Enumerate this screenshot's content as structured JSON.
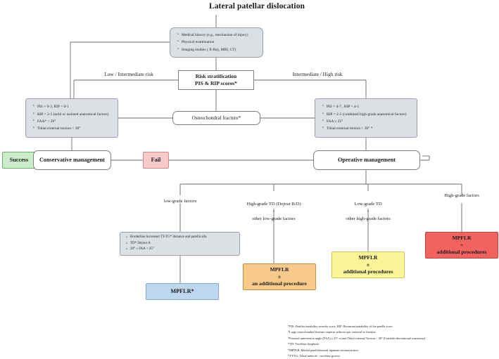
{
  "title": "Lateral patellar dislocation",
  "nodes": {
    "workup": {
      "items": [
        "Medical history (e.g., mechanism of injury)",
        "Physical examination",
        "Imaging studies ( X-Ray, MRI, CT)"
      ]
    },
    "risk_stratification": {
      "line1": "Risk stratification",
      "line2": "PIS & RIP scores*"
    },
    "osteochondral": {
      "label": "Osteochondral fracture*"
    },
    "low_risk_criteria": {
      "items": [
        "PIS = 0-3, RIP = 0-1",
        "RIP = 2-3 (mild or isolated anatomical factors)",
        "FAA* < 20°",
        "Tibial external torsion < 30°"
      ]
    },
    "high_risk_criteria": {
      "items": [
        "PIS = 4-7 , RIP = 4-5",
        "RIP = 2-3 (combined high-grade anatomical factors)",
        "FAA ≥ 25°",
        "Tibial external torsion > 30° *"
      ]
    },
    "success": {
      "label": "Success"
    },
    "conservative": {
      "label": "Conservative management"
    },
    "fail": {
      "label": "Fail"
    },
    "operative": {
      "label": "Operative management"
    },
    "borderline_criteria": {
      "items": [
        "Borderline increased TT-TG* distance and patella alta",
        "TD* Dejour A",
        "20° ≤ FAA < 25°"
      ]
    },
    "mpflr_only": {
      "label": "MPFLR*"
    },
    "mpflr_plusminus_one": {
      "line1": "MPFLR",
      "line2": "±",
      "line3": "an additional procedure"
    },
    "mpflr_plusminus_many": {
      "line1": "MPFLR",
      "line2": "±",
      "line3": "additional procedures"
    },
    "mpflr_plus_many": {
      "line1": "MPFLR",
      "line2": "+",
      "line3": "additional procedures"
    }
  },
  "edge_labels": {
    "low_intermediate_risk": "Low / Intermediate risk",
    "intermediate_high_risk": "Intermediate / High risk"
  },
  "branch_labels": {
    "low_grade_factors": "low-grade factors",
    "high_grade_td": {
      "l1": "High-grade TD (Dejour B/D)",
      "l2": "+",
      "l3": "other low-grade factors"
    },
    "low_grade_td": {
      "l1": "Low-grade TD",
      "l2": "+",
      "l3": "other high-grade factors"
    },
    "high_grade_factors": "High-grade factors"
  },
  "footnotes": [
    "*PIS: Patellar instability severity score, RIP: Recurrent instability of the patella score",
    "*Large osteochondral fracture requires arthroscopic removal or fixation",
    "*Femoral anteversion angle (FAA)  ≥ 25°  or/and  Tibial external Torsion > 30° (Consider derotational osteotomy)",
    "*TD: Trochlear dysplasia",
    "*MPFLR: Medial patellofemoral ligament reconstruction",
    "*TT-TG: Tibial tubercle - trochlear groove"
  ],
  "colors": {
    "grey_fill": "#dcdfe4",
    "green": "#c9edc9",
    "pink": "#f7c9cb",
    "blue": "#bdd7ee",
    "orange": "#f7ca8c",
    "yellow": "#fbf59a",
    "red": "#f2635f",
    "line": "#6b6b6b"
  }
}
